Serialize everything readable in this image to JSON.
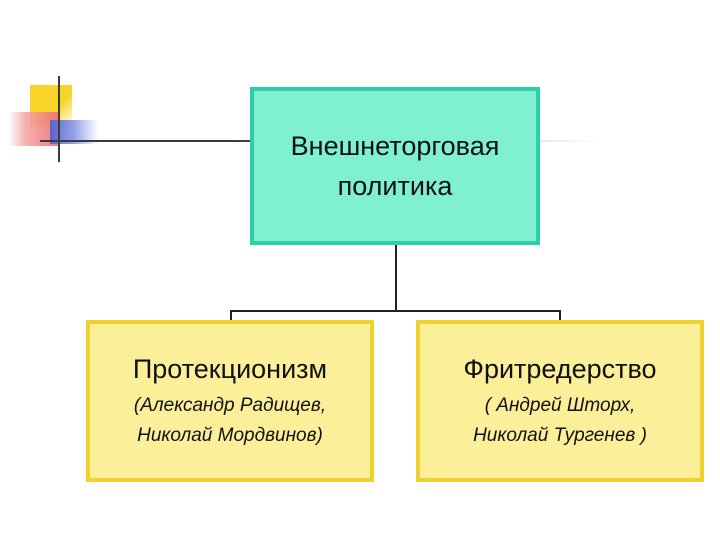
{
  "root": {
    "lines": [
      "Внешнеторговая",
      "политика"
    ]
  },
  "branches": [
    {
      "title": "Протекционизм",
      "people": [
        "(Александр Радищев,",
        "Николай Мордвинов)"
      ]
    },
    {
      "title": "Фритредерство",
      "people": [
        "( Андрей Шторх,",
        "Николай Тургенев )"
      ]
    }
  ],
  "colors": {
    "root_fill": "#7ff0d0",
    "root_border": "#2bd0a8",
    "branch_fill": "#fbef9a",
    "branch_border": "#f0d22f"
  }
}
